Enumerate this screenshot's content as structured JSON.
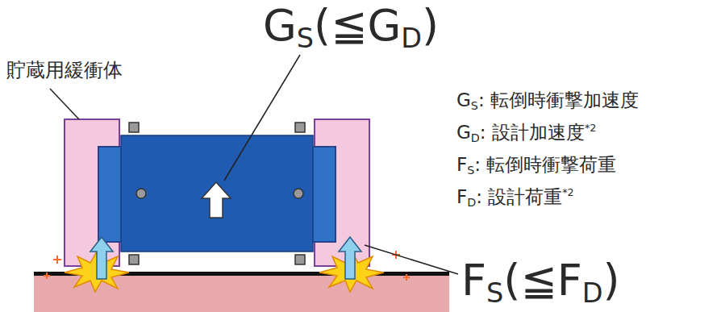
{
  "diagram": {
    "labels": [
      "貯蔵用緩衝体",
      "GS(≦GD)",
      "GS: 転倒時衝撃加速度",
      "GD: 設計加速度*2",
      "FS: 転倒時衝撃荷重",
      "FD: 設計荷重*2",
      "FS(≦FD)"
    ]
  }
}
